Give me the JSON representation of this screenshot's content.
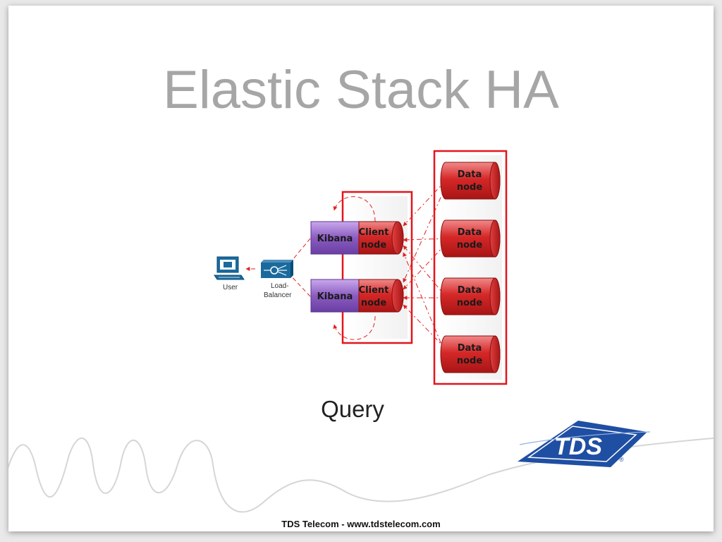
{
  "slide": {
    "title": "Elastic Stack HA",
    "caption": "Query",
    "footer": "TDS Telecom - www.tdstelecom.com"
  },
  "diagram": {
    "user": {
      "label": "User",
      "icon": "workstation-icon"
    },
    "load_balancer": {
      "label_line1": "Load-",
      "label_line2": "Balancer",
      "icon": "load-balancer-icon"
    },
    "kibana_nodes": [
      {
        "label": "Kibana"
      },
      {
        "label": "Kibana"
      }
    ],
    "client_nodes": [
      {
        "line1": "Client",
        "line2": "node"
      },
      {
        "line1": "Client",
        "line2": "node"
      }
    ],
    "data_nodes": [
      {
        "line1": "Data",
        "line2": "node"
      },
      {
        "line1": "Data",
        "line2": "node"
      },
      {
        "line1": "Data",
        "line2": "node"
      },
      {
        "line1": "Data",
        "line2": "node"
      }
    ],
    "colors": {
      "kibana": "#8a5cc0",
      "node_red": "#cc1f1f",
      "highlight_box": "#e3141c",
      "connector": "#e02020"
    }
  },
  "logo": {
    "text": "TDS",
    "mark": "®",
    "color": "#1f4fa3"
  }
}
